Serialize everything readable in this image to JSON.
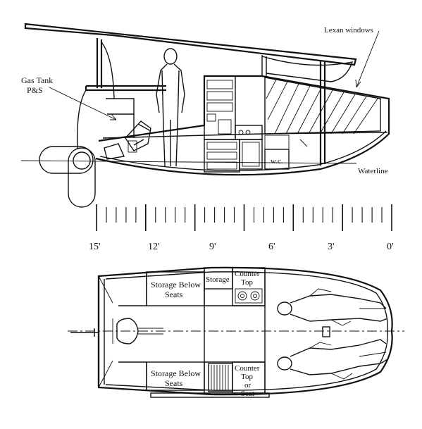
{
  "side_view": {
    "labels": {
      "gas_tank_line1": "Gas Tank",
      "gas_tank_line2": "P&S",
      "lexan_windows": "Lexan windows",
      "wc": "w.c.",
      "waterline": "Waterline"
    }
  },
  "scale_bar": {
    "ticks": [
      "15'",
      "12'",
      "9'",
      "6'",
      "3'",
      "0'"
    ]
  },
  "plan_view": {
    "labels": {
      "storage_top_line1": "Storage Below",
      "storage_top_line2": "Seats",
      "storage_bottom_line1": "Storage Below",
      "storage_bottom_line2": "Seats",
      "storage": "Storage",
      "counter_top_line1": "Counter",
      "counter_top_line2": "Top",
      "counter_bottom_line1": "Counter",
      "counter_bottom_line2": "Top",
      "counter_bottom_line3": "or",
      "counter_bottom_line4": "Seat"
    }
  }
}
